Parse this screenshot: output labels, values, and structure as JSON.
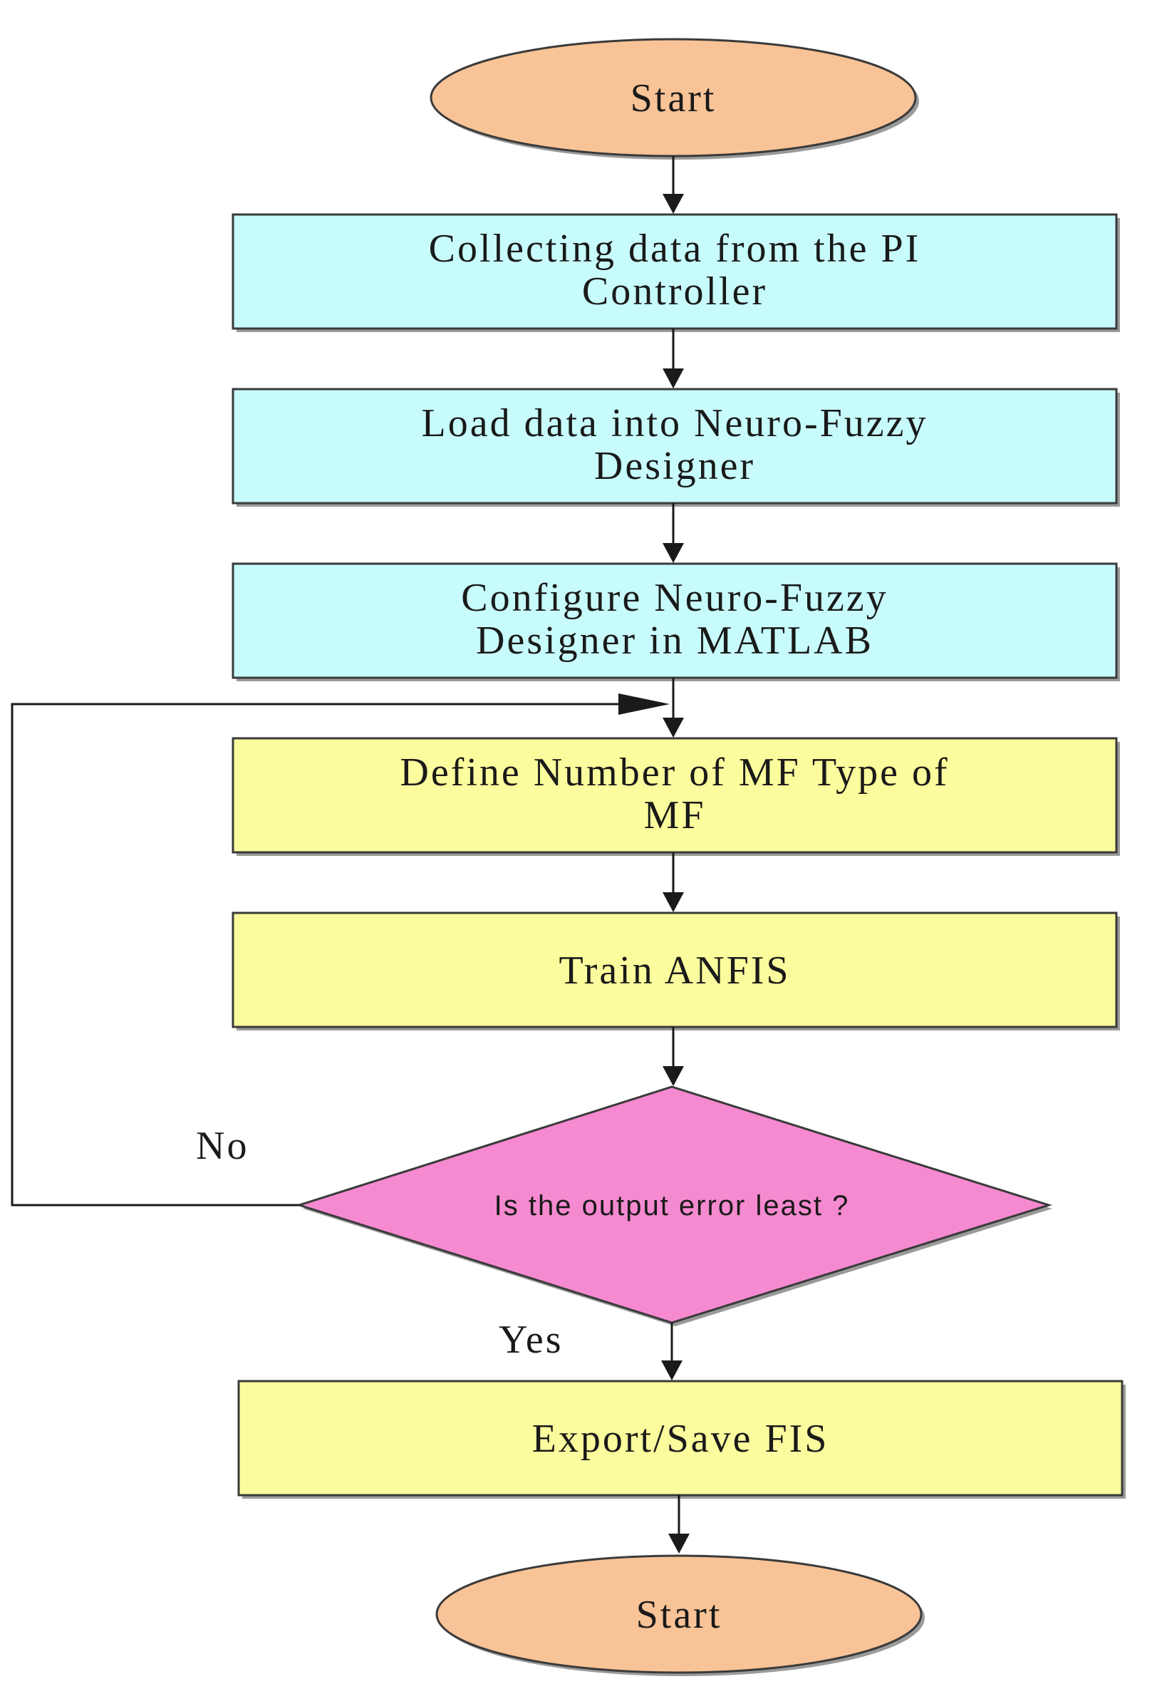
{
  "colors": {
    "terminal": "#f8c396",
    "process": "#c8fcfc",
    "method": "#fbfc9d",
    "decision": "#f58ad0",
    "line": "#1a1a1a"
  },
  "nodes": {
    "start_top": {
      "label": "Start"
    },
    "collect": {
      "line1": "Collecting data from the PI",
      "line2": "Controller"
    },
    "load": {
      "line1": "Load data into Neuro-Fuzzy",
      "line2": "Designer"
    },
    "configure": {
      "line1": "Configure Neuro-Fuzzy",
      "line2": "Designer in MATLAB"
    },
    "define": {
      "line1": "Define Number of MF Type of",
      "line2": "MF"
    },
    "train": {
      "label": "Train ANFIS"
    },
    "decision": {
      "label": "Is the output error least ?"
    },
    "export": {
      "label": "Export/Save FIS"
    },
    "start_bottom": {
      "label": "Start"
    }
  },
  "edge_labels": {
    "no": "No",
    "yes": "Yes"
  }
}
